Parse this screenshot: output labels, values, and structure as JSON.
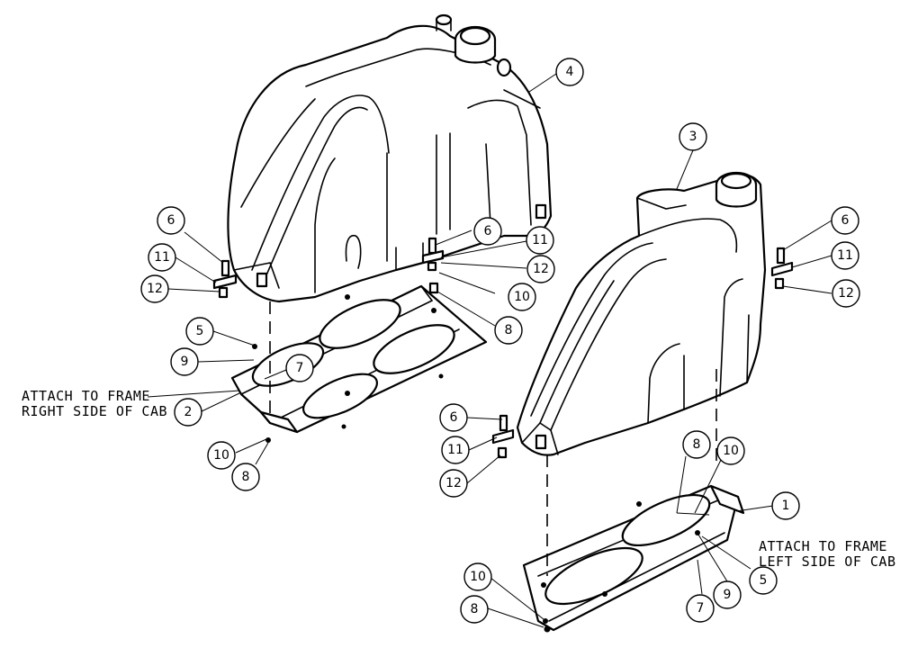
{
  "callouts": {
    "c1": "1",
    "c2": "2",
    "c3": "3",
    "c4": "4",
    "c5a": "5",
    "c5b": "5",
    "c6a": "6",
    "c6b": "6",
    "c6c": "6",
    "c6d": "6",
    "c7a": "7",
    "c7b": "7",
    "c8a": "8",
    "c8b": "8",
    "c8c": "8",
    "c8d": "8",
    "c9a": "9",
    "c9b": "9",
    "c10a": "10",
    "c10b": "10",
    "c10c": "10",
    "c10d": "10",
    "c11a": "11",
    "c11b": "11",
    "c11c": "11",
    "c11d": "11",
    "c12a": "12",
    "c12b": "12",
    "c12c": "12",
    "c12d": "12"
  },
  "notes": {
    "right_line1": "ATTACH TO FRAME",
    "right_line2": "RIGHT SIDE OF CAB",
    "left_line1": "ATTACH TO FRAME",
    "left_line2": "LEFT SIDE OF CAB"
  }
}
